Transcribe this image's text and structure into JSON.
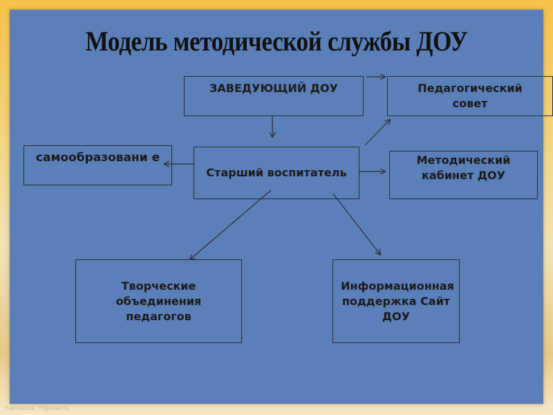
{
  "title": "Модель методической службы ДОУ",
  "boxes": {
    "head": "ЗАВЕДУЮЩИЙ ДОУ",
    "ped_council": "Педагогический совет",
    "self_education": "самообразовани е",
    "senior_teacher": "Старший воспитатель",
    "method_office": "Методический кабинет ДОУ",
    "creative_groups": "Творческие объединения педагогов",
    "info_support": "Информационная поддержка Сайт ДОУ"
  },
  "watermark": "FokinaLida.75@mail.ru",
  "colors": {
    "panel": "#5b7fb8",
    "border": "#2a2a2a",
    "text": "#1a1a1a"
  }
}
